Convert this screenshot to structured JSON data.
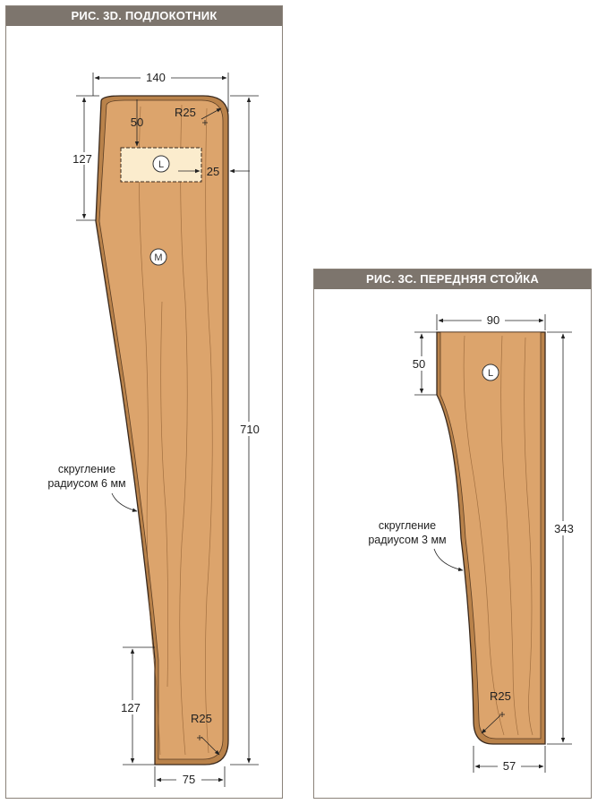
{
  "figures": {
    "armrest": {
      "title": "РИС. 3D. ПОДЛОКОТНИК",
      "dim_top_width": "140",
      "dim_top_offset": "50",
      "dim_corner_radius_top": "R25",
      "dim_left_top_height": "127",
      "dim_mortise_offset": "25",
      "dim_total_height": "710",
      "dim_left_bottom_height": "127",
      "dim_corner_radius_bottom": "R25",
      "dim_bottom_width": "75",
      "edge_note_line1": "скругление",
      "edge_note_line2": "радиусом 6 мм",
      "marker_l": "L",
      "marker_m": "M"
    },
    "front_post": {
      "title": "РИС. 3С. ПЕРЕДНЯЯ СТОЙКА",
      "dim_top_width": "90",
      "dim_top_height": "50",
      "dim_total_height": "343",
      "dim_corner_radius": "R25",
      "dim_bottom_width": "57",
      "edge_note_line1": "скругление",
      "edge_note_line2": "радиусом 3 мм",
      "marker_l": "L"
    }
  },
  "colors": {
    "header_bg": "#7d756d",
    "wood_fill": "#dca46c",
    "wood_edge": "#b9824a",
    "outline": "#3a2a1e",
    "mortise_fill": "#fbeccd"
  }
}
